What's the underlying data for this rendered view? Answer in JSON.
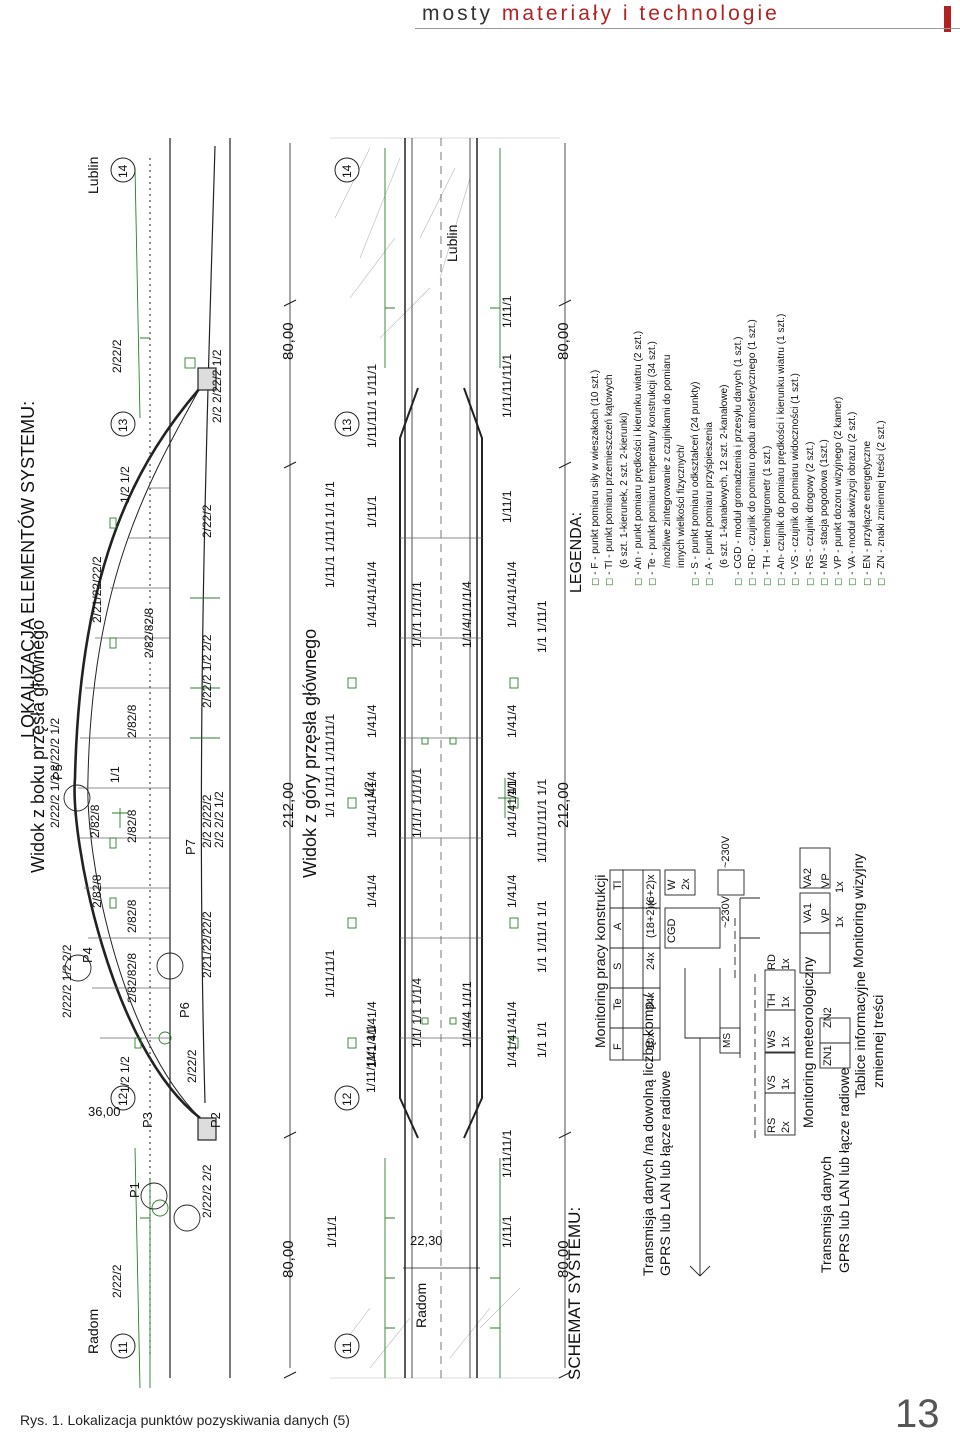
{
  "header": {
    "brand": "mosty",
    "topic": "materiały i technologie"
  },
  "section_titles": {
    "location": "LOKALIZACJA  ELEMENTÓW SYSTEMU:",
    "schema": "SCHEMAT SYSTEMU:"
  },
  "view_titles": {
    "side": "Widok z boku przęsła głównego",
    "top": "Widok z góry przęsła głównego"
  },
  "towns": {
    "west": "Radom",
    "east": "Lublin"
  },
  "supports": [
    "11",
    "12",
    "13",
    "14"
  ],
  "dimensions": {
    "side": [
      "80,00",
      "212,00",
      "80,00"
    ],
    "top": [
      "80,00",
      "212,00",
      "80,00"
    ],
    "arch_rise": "36,00",
    "deck_width": "22,30"
  },
  "points": [
    "P1",
    "P2",
    "P3",
    "P4",
    "P5",
    "P6",
    "P7"
  ],
  "side_labels": {
    "upper": [
      "2/22/2",
      "2/22/2 1/2 2/2",
      "2/22/2 1/2 2/22/2  1/2",
      "2/21/22/22/2",
      "1/2 1/2",
      "2/22/2"
    ],
    "arch": [
      "1/2 1/2",
      "2/82/8",
      "2/82/8",
      "2/82/8",
      "2/82/8",
      "2/82/82/8",
      "1/1",
      "2/82/8",
      "2/82/82/8"
    ],
    "lower": [
      "2/22/2 2/2",
      "2/22/2",
      "2/21/22/22/2",
      "2/2 2/22/2",
      "2/2  2/2 1/2",
      "2/22/2 1/2 2/2",
      "2/22/2",
      "2/2 2/22/2 1/2"
    ]
  },
  "top_labels": {
    "row1": [
      "1/11/1",
      "1/11/11/1",
      "1/11/11/1 1/1",
      "1/1 1/11/1 1/11/11/1",
      "1/11/1 1/11/1",
      "1/1 1/1",
      "1/11/11/1  1/11/1",
      "1/11/1"
    ],
    "row2": [
      "1/41/41/41/4",
      "1/41/4",
      "1/41/41/41/4",
      "1/2",
      "1/41/4",
      "1/41/41/41/4"
    ],
    "center": [
      "1/1/ 1/1 1/1/4",
      "1/1/1/ 1/1/1/1",
      "1/1/1 1/1/1/1",
      "1/1/4/4 1/1/1",
      "1/1/4/1/1/1/4"
    ],
    "row3": [
      "1/41/41/41/4",
      "1/41/4",
      "1/41/41/41/4",
      "1/1",
      "1/41/4",
      "1/41/41/41/4"
    ],
    "row4": [
      "1/11/1",
      "1/11/11/1",
      "1/1 1/1",
      "1/1 1/11/1 1/1",
      "1/11/11/11/1 1/1",
      "1/1 1/11/1",
      "1/11/1",
      "1/11/11/11/1",
      "1/11/1"
    ]
  },
  "schema": {
    "transmission_1": [
      "Transmisja danych /na dowolną liczbę komp./",
      "GPRS lub LAN lub łącze radiowe"
    ],
    "transmission_2": [
      "Transmisja danych",
      "GPRS lub LAN lub łącze radiowe"
    ],
    "structure_monitoring": "Monitoring pracy konstrukcji",
    "structure_sensors": [
      {
        "code": "F",
        "count": "10x"
      },
      {
        "code": "Te",
        "count": "34x"
      },
      {
        "code": "S",
        "count": "24x"
      },
      {
        "code": "A",
        "count": "(18+2)x"
      },
      {
        "code": "Tl",
        "count": "(6+2)x"
      }
    ],
    "cgd": "CGD",
    "w_box": {
      "code": "W",
      "count": "2x"
    },
    "power": [
      "~230V",
      "~230V"
    ],
    "ms": "MS",
    "weather_monitoring": "Monitoring meteorologiczny",
    "weather_sensors": [
      {
        "code": "RS",
        "count": "2x"
      },
      {
        "code": "VS",
        "count": "1x"
      },
      {
        "code": "WS",
        "count": "1x"
      },
      {
        "code": "TH",
        "count": "1x"
      },
      {
        "code": "RD",
        "count": "1x"
      }
    ],
    "va": [
      "VA1",
      "VA2"
    ],
    "vp": [
      {
        "code": "VP",
        "count": "1x"
      },
      {
        "code": "VP",
        "count": "1x"
      }
    ],
    "visual_monitoring": "Monitoring wizyjny",
    "zn": [
      "ZN1",
      "ZN2"
    ],
    "info_boards": [
      "Tablice informacyjne",
      "zmiennej treści"
    ]
  },
  "legend": {
    "title": "LEGENDA:",
    "items": [
      {
        "icon": "force-gauge-icon",
        "text": "- F - punkt pomiaru siły w wieszakach (10 szt.)"
      },
      {
        "icon": "tilt-sensor-icon",
        "text": "- Tl - punkt pomiaru przemieszczeń kątowych"
      },
      {
        "icon": "",
        "text": "(6 szt. 1-kierunek, 2 szt. 2-kierunki)"
      },
      {
        "icon": "anemometer-icon",
        "text": "- An - punkt pomiaru prędkości i kierunku wiatru (2 szt.)"
      },
      {
        "icon": "temperature-icon",
        "text": "- Te - punkt pomiaru temperatury konstrukcji (34 szt.)"
      },
      {
        "icon": "",
        "text": "/możliwe zintegrowanie z czujnikami do pomiaru"
      },
      {
        "icon": "",
        "text": "innych wielkości fizycznych/"
      },
      {
        "icon": "strain-icon",
        "text": "- S - punkt pomiaru odkształceń (24 punkty)"
      },
      {
        "icon": "accelerometer-icon",
        "text": "- A - punkt pomiaru przyśpieszenia"
      },
      {
        "icon": "",
        "text": "(6 szt. 1-kanałowych, 12 szt. 2-kanałowe)"
      },
      {
        "icon": "cgd-icon",
        "text": "- CGD - moduł gromadzenia i przesyłu danych (1 szt.)"
      },
      {
        "icon": "rain-icon",
        "text": "- RD - czujnik do pomiaru opadu atmosferycznego (1 szt.)"
      },
      {
        "icon": "thermohygrometer-icon",
        "text": "- TH - termohigrometr  (1 szt.)"
      },
      {
        "icon": "wind-sensor-icon",
        "text": "- An- czujnik do pomiaru prędkości i kierunku wiatru (1 szt.)"
      },
      {
        "icon": "visibility-icon",
        "text": "- VS - czujnik do pomiaru widoczności (1 szt.)"
      },
      {
        "icon": "road-sensor-icon",
        "text": "- RS - czujnik drogowy (2 szt.)"
      },
      {
        "icon": "weather-station-icon",
        "text": "- MS - stacja pogodowa (1szt.)"
      },
      {
        "icon": "camera-icon",
        "text": "- VP - punkt dozoru wizyjnego (2 kamer)"
      },
      {
        "icon": "video-module-icon",
        "text": "- VA - moduł akwizycji obrazu (2 szt.)"
      },
      {
        "icon": "power-icon",
        "text": "- EN - przyłącze energetyczne"
      },
      {
        "icon": "sign-icon",
        "text": "- ZN - znaki zmiennej treści (2 szt.)"
      }
    ]
  },
  "caption": "Rys. 1. Lokalizacja punktów pozyskiwania danych (5)",
  "page_number": "13",
  "colors": {
    "accent": "#b22222",
    "sensor": "#2e7d2e",
    "line": "#222222",
    "hatch": "#9a9a9a"
  }
}
